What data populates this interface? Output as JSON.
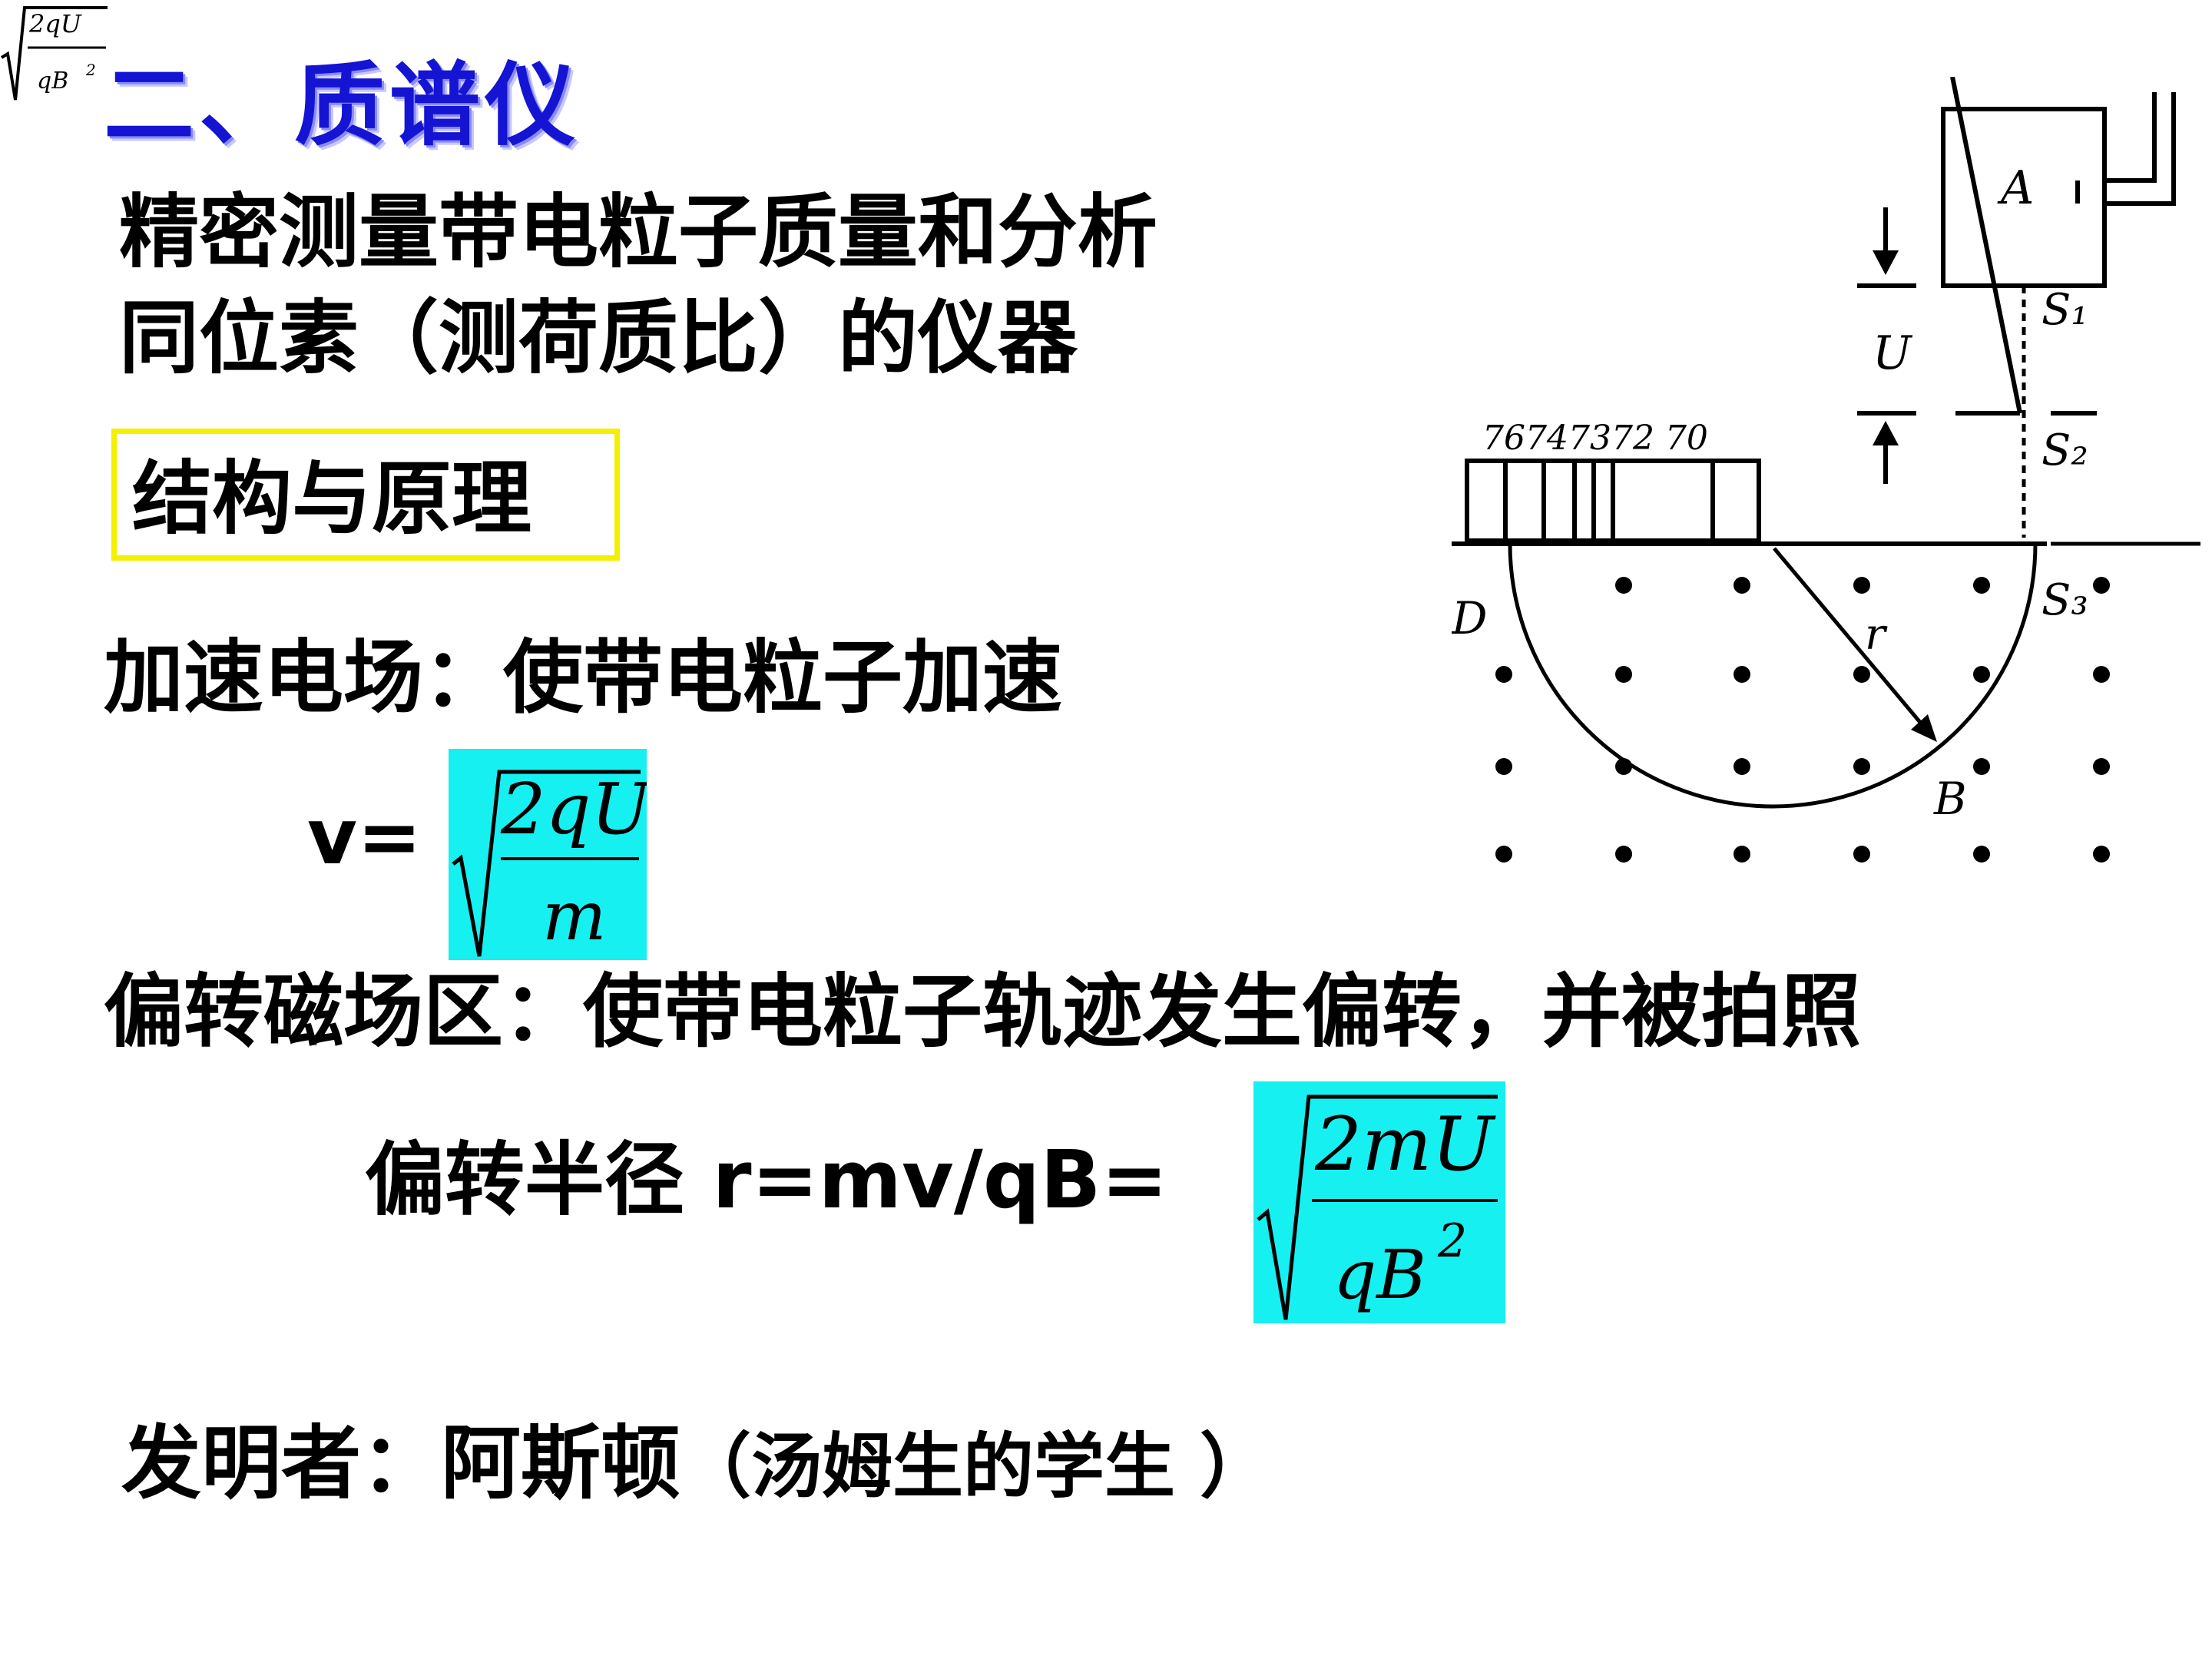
{
  "title": "二、质谱仪",
  "intro": {
    "line1": "精密测量带电粒子质量和分析",
    "line2": "同位素（测荷质比）的仪器"
  },
  "structure_label": "结构与原理",
  "acceleration": {
    "text": "加速电场：使带电粒子加速",
    "v_label": "v=",
    "formula_num": "2qU",
    "formula_den": "m"
  },
  "deflection": {
    "text": "偏转磁场区：使带电粒子轨迹发生偏转，并被拍照",
    "radius_label": "偏转半径 r=mv/qB=",
    "formula_num": "2mU",
    "formula_den": "qB",
    "formula_den_exp": "2"
  },
  "inventor": {
    "label": "发明者：阿斯顿",
    "note": "（汤姆生的学生 ）"
  },
  "corner_formula": {
    "num": "2qU",
    "den": "qB",
    "exp": "2"
  },
  "diagram": {
    "box_label": "A",
    "voltage_label": "U",
    "slit1": "S₁",
    "slit2": "S₂",
    "slit3": "S₃",
    "scale_numbers": "76747372  70",
    "point_d": "D",
    "point_b": "B",
    "radius_label": "r"
  },
  "colors": {
    "title": "#1414d2",
    "formula_bg": "#16f0f0",
    "box_border": "#f5f000"
  }
}
